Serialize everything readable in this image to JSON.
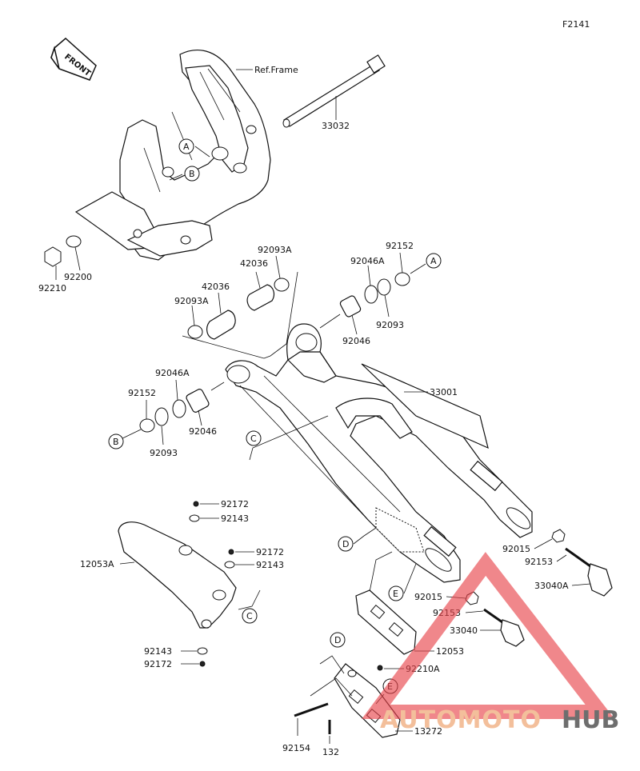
{
  "figure_code": "F2141",
  "front_label": "FRONT",
  "watermark": {
    "part1": "AUTOMOTO",
    "part2": "HUB",
    "color1": "#f2b48a",
    "color2": "#555555",
    "triangle_color": "#e8434a"
  },
  "callout_labels": {
    "a": "A",
    "b": "B",
    "c": "C",
    "d": "D",
    "e": "E"
  },
  "parts": {
    "ref_frame": "Ref.Frame",
    "p33032": "33032",
    "p92210": "92210",
    "p92200": "92200",
    "p92093A_top": "92093A",
    "p42036_top": "42036",
    "p42036": "42036",
    "p92093A_left": "92093A",
    "p92152_top": "92152",
    "p92046A_top": "92046A",
    "p92093_top": "92093",
    "p92046_top": "92046",
    "p33001": "33001",
    "p92046A_left": "92046A",
    "p92152_left": "92152",
    "p92046_left": "92046",
    "p92093_left": "92093",
    "p92172_a": "92172",
    "p92143_a": "92143",
    "p12053A": "12053A",
    "p92172_b": "92172",
    "p92143_b": "92143",
    "p92015_a": "92015",
    "p92153_a": "92153",
    "p33040A": "33040A",
    "p92015_b": "92015",
    "p92153_b": "92153",
    "p33040": "33040",
    "p92143_c": "92143",
    "p92172_c": "92172",
    "p12053": "12053",
    "p92210A": "92210A",
    "p92154": "92154",
    "p132": "132",
    "p13272": "13272"
  }
}
